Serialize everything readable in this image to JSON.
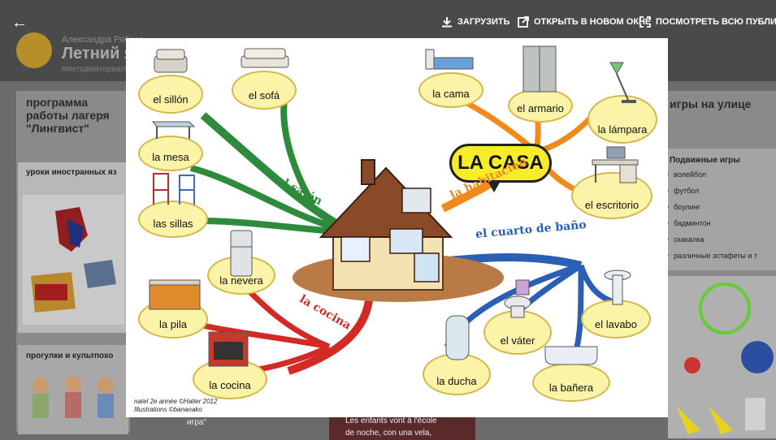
{
  "background": {
    "author": "Александра Рябова",
    "title": "Летний яз",
    "tag": "#методматериалы",
    "columns": [
      {
        "title": "программа работы лагеря \"Лингвист\""
      },
      {
        "title": "игры на улице"
      }
    ],
    "cards": [
      {
        "title": "уроки иностранных яз"
      },
      {
        "title": "прогулки и культпохо"
      },
      {
        "title": "Подвижные игры"
      }
    ],
    "games_list": [
      "волейбол",
      "футбол",
      "боулинг",
      "бадминтон",
      "скакалка",
      "различные эстафеты и т"
    ],
    "bottom_text": [
      "игра\"",
      "Les enfants vont à l'école",
      "de noche, con una vela,"
    ]
  },
  "toolbar": {
    "download_label": "ЗАГРУЗИТЬ",
    "open_new_window_label": "ОТКРЫТЬ В НОВОМ ОКНЕ",
    "view_all_label": "ПОСМОТРЕТЬ ВСЮ ПУБЛИКАЦИЮ"
  },
  "mind_map": {
    "title": "LA CASA",
    "branches": {
      "salon": "el salón",
      "habitacion": "la habitación",
      "cocina": "la cocina",
      "bano": "el cuarto de baño"
    },
    "items": {
      "sillon": "el sillón",
      "sofa": "el sofá",
      "mesa": "la mesa",
      "sillas": "las sillas",
      "cama": "la cama",
      "armario": "el armario",
      "lampara": "la lámpara",
      "escritorio": "el escritorio",
      "nevera": "la nevera",
      "pila": "la pila",
      "cocina": "la cocina",
      "vater": "el váter",
      "lavabo": "el lavabo",
      "ducha": "la ducha",
      "banera": "la bañera"
    },
    "credit_line1": "natel 2e année ©Hatier 2012",
    "credit_line2": "Illustrations ©bananako",
    "colors": {
      "salon": "#2e8b3c",
      "habitacion": "#f08a1c",
      "cocina": "#d42a25",
      "bano": "#2a5fb5"
    }
  }
}
